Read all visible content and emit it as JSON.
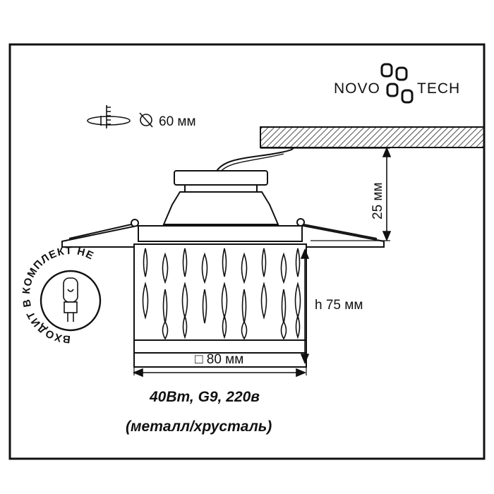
{
  "brand": {
    "logo_text_left": "NOVO",
    "logo_text_right": "TECH",
    "logo_mark": "interlocking-squares-logo"
  },
  "install": {
    "hole_icon": "mounting-hole-icon",
    "diameter_symbol": "⌀",
    "cutout_diameter": "60 мм"
  },
  "dimensions": {
    "depth": "25 мм",
    "height": "h 75 мм",
    "width": "□ 80 мм"
  },
  "lamp_badge": {
    "icon": "g9-bulb-icon",
    "text": "ВХОДИТ В КОМПЛЕКТ НЕ"
  },
  "specs": {
    "electrical": "40Вт, G9, 220в",
    "materials": "(металл/хрусталь)"
  },
  "colors": {
    "frame": "#111111",
    "ceiling_hatch": "#222222"
  }
}
